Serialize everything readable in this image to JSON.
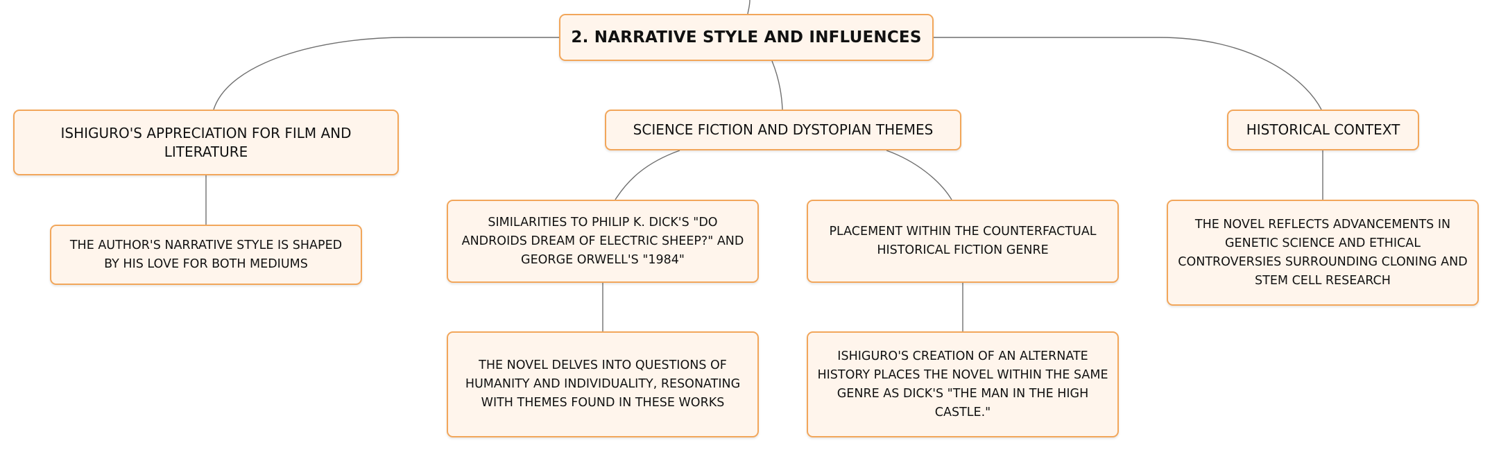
{
  "root": {
    "label": "2. NARRATIVE STYLE AND INFLUENCES"
  },
  "branches": {
    "film": {
      "label": "ISHIGURO'S APPRECIATION FOR FILM AND LITERATURE",
      "child": "THE AUTHOR'S NARRATIVE STYLE IS SHAPED BY HIS LOVE FOR BOTH MEDIUMS"
    },
    "scifi": {
      "label": "SCIENCE FICTION AND DYSTOPIAN THEMES",
      "similarities": "SIMILARITIES TO PHILIP K. DICK'S \"DO ANDROIDS DREAM OF ELECTRIC SHEEP?\" AND GEORGE ORWELL'S \"1984\"",
      "similarities_child": "THE NOVEL DELVES INTO QUESTIONS OF HUMANITY AND INDIVIDUALITY, RESONATING WITH THEMES FOUND IN THESE WORKS",
      "placement": "PLACEMENT WITHIN THE COUNTERFACTUAL HISTORICAL FICTION GENRE",
      "placement_child": "ISHIGURO'S CREATION OF AN ALTERNATE HISTORY PLACES THE NOVEL WITHIN THE SAME GENRE AS DICK'S \"THE MAN IN THE HIGH CASTLE.\""
    },
    "history": {
      "label": "HISTORICAL CONTEXT",
      "child": "THE NOVEL REFLECTS ADVANCEMENTS IN GENETIC SCIENCE AND ETHICAL CONTROVERSIES SURROUNDING CLONING AND STEM CELL RESEARCH"
    }
  },
  "colors": {
    "node_fill": "#fff5ec",
    "node_border": "#f2a65a",
    "connector": "#6f6f6f",
    "text": "#111111"
  }
}
